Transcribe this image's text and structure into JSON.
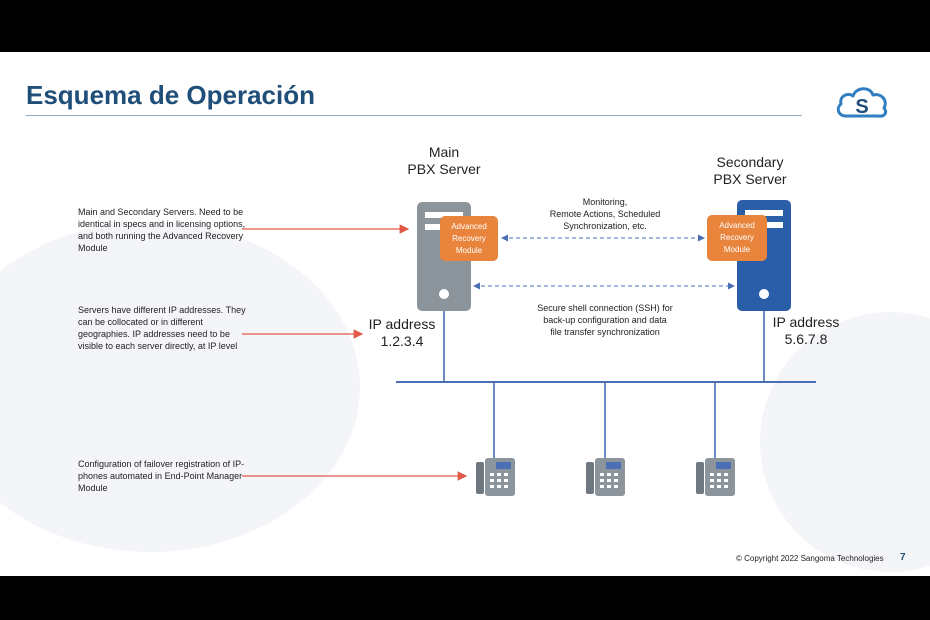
{
  "slide": {
    "title": "Esquema de Operación",
    "logo_letter": "S",
    "footer": "© Copyright 2022 Sangoma Technologies",
    "page_number": "7"
  },
  "notes": [
    "Main and Secondary Servers. Need to be identical in specs and in licensing options, and both running the Advanced Recovery Module",
    "Servers have different IP addresses. They can be collocated or in different geographies. IP addresses need to be visible to each server directly, at IP level",
    "Configuration of failover registration of IP-phones automated in End-Point Manager Module"
  ],
  "main_server": {
    "label_line1": "Main",
    "label_line2": "PBX Server",
    "module_line1": "Advanced",
    "module_line2": "Recovery",
    "module_line3": "Module",
    "ip_label": "IP address",
    "ip_value": "1.2.3.4"
  },
  "secondary_server": {
    "label_line1": "Secondary",
    "label_line2": "PBX Server",
    "module_line1": "Advanced",
    "module_line2": "Recovery",
    "module_line3": "Module",
    "ip_label": "IP address",
    "ip_value": "5.6.7.8"
  },
  "connections": {
    "monitoring_line1": "Monitoring,",
    "monitoring_line2": "Remote Actions, Scheduled",
    "monitoring_line3": "Synchronization, etc.",
    "ssh_line1": "Secure shell connection (SSH) for",
    "ssh_line2": "back-up configuration and data",
    "ssh_line3": "file transfer synchronization"
  },
  "colors": {
    "title": "#1f4e79",
    "main_server": "#8c949c",
    "secondary_server": "#2b5ea8",
    "module": "#e8843c",
    "arrow": "#e05a47",
    "network": "#4a6fb5"
  }
}
